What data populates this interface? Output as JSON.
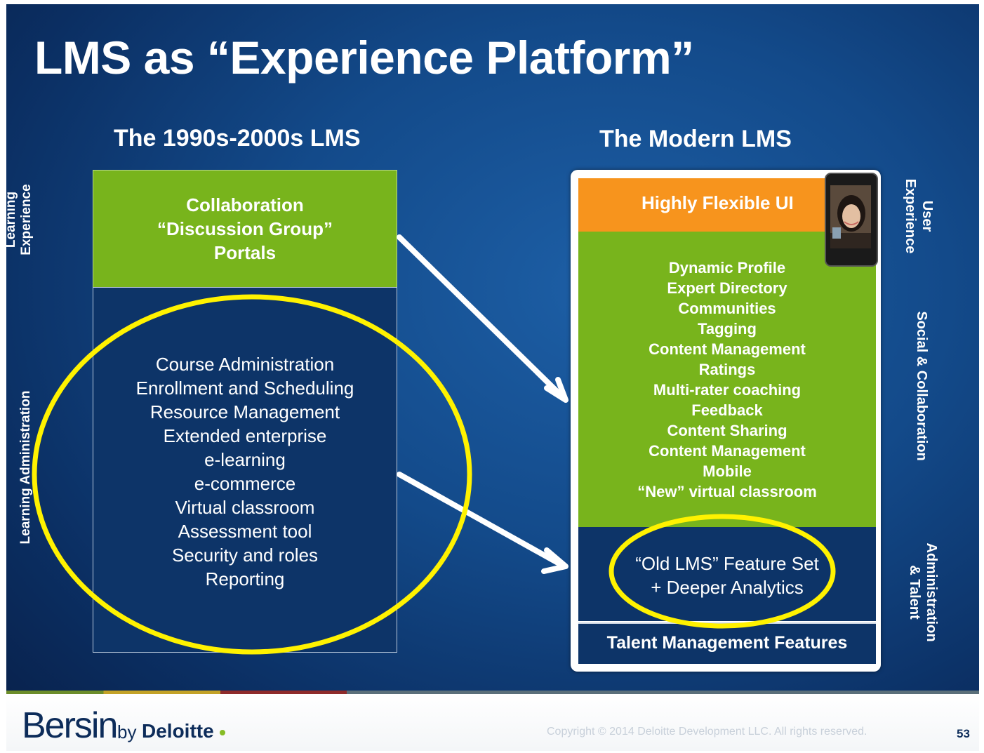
{
  "slide": {
    "title": "LMS as “Experience Platform”",
    "old_heading": "The 1990s-2000s LMS",
    "new_heading": "The Modern LMS"
  },
  "old_lms": {
    "side_label_top": [
      "Learning",
      "Experience"
    ],
    "side_label_bottom": "Learning Administration",
    "top_box": [
      "Collaboration",
      "“Discussion Group”",
      "Portals"
    ],
    "features": [
      "Course Administration",
      "Enrollment and Scheduling",
      "Resource Management",
      "Extended enterprise",
      "e-learning",
      "e-commerce",
      "Virtual classroom",
      "Assessment tool",
      "Security and roles",
      "Reporting"
    ]
  },
  "modern_lms": {
    "orange_label": "Highly Flexible UI",
    "green_features": [
      "Dynamic Profile",
      "Expert Directory",
      "Communities",
      "Tagging",
      "Content Management",
      "Ratings",
      "Multi-rater coaching",
      "Feedback",
      "Content Sharing",
      "Content Management",
      "Mobile",
      "“New” virtual classroom"
    ],
    "navy_lines": [
      "“Old LMS” Feature Set",
      "+ Deeper Analytics"
    ],
    "talent_label": "Talent Management Features",
    "right_labels": {
      "user_experience": [
        "User",
        "Experience"
      ],
      "social": "Social & Collaboration",
      "admin": [
        "Administration",
        "& Talent"
      ]
    }
  },
  "footer": {
    "brand": "Bersin",
    "by": "by",
    "company": "Deloitte",
    "copyright": "Copyright © 2014 Deloitte Development LLC. All rights reserved.",
    "page_number": "53"
  },
  "colors": {
    "green": "#78b41c",
    "orange": "#f7941d",
    "navy": "#0d3468",
    "highlight_ellipse": "#fff200"
  }
}
